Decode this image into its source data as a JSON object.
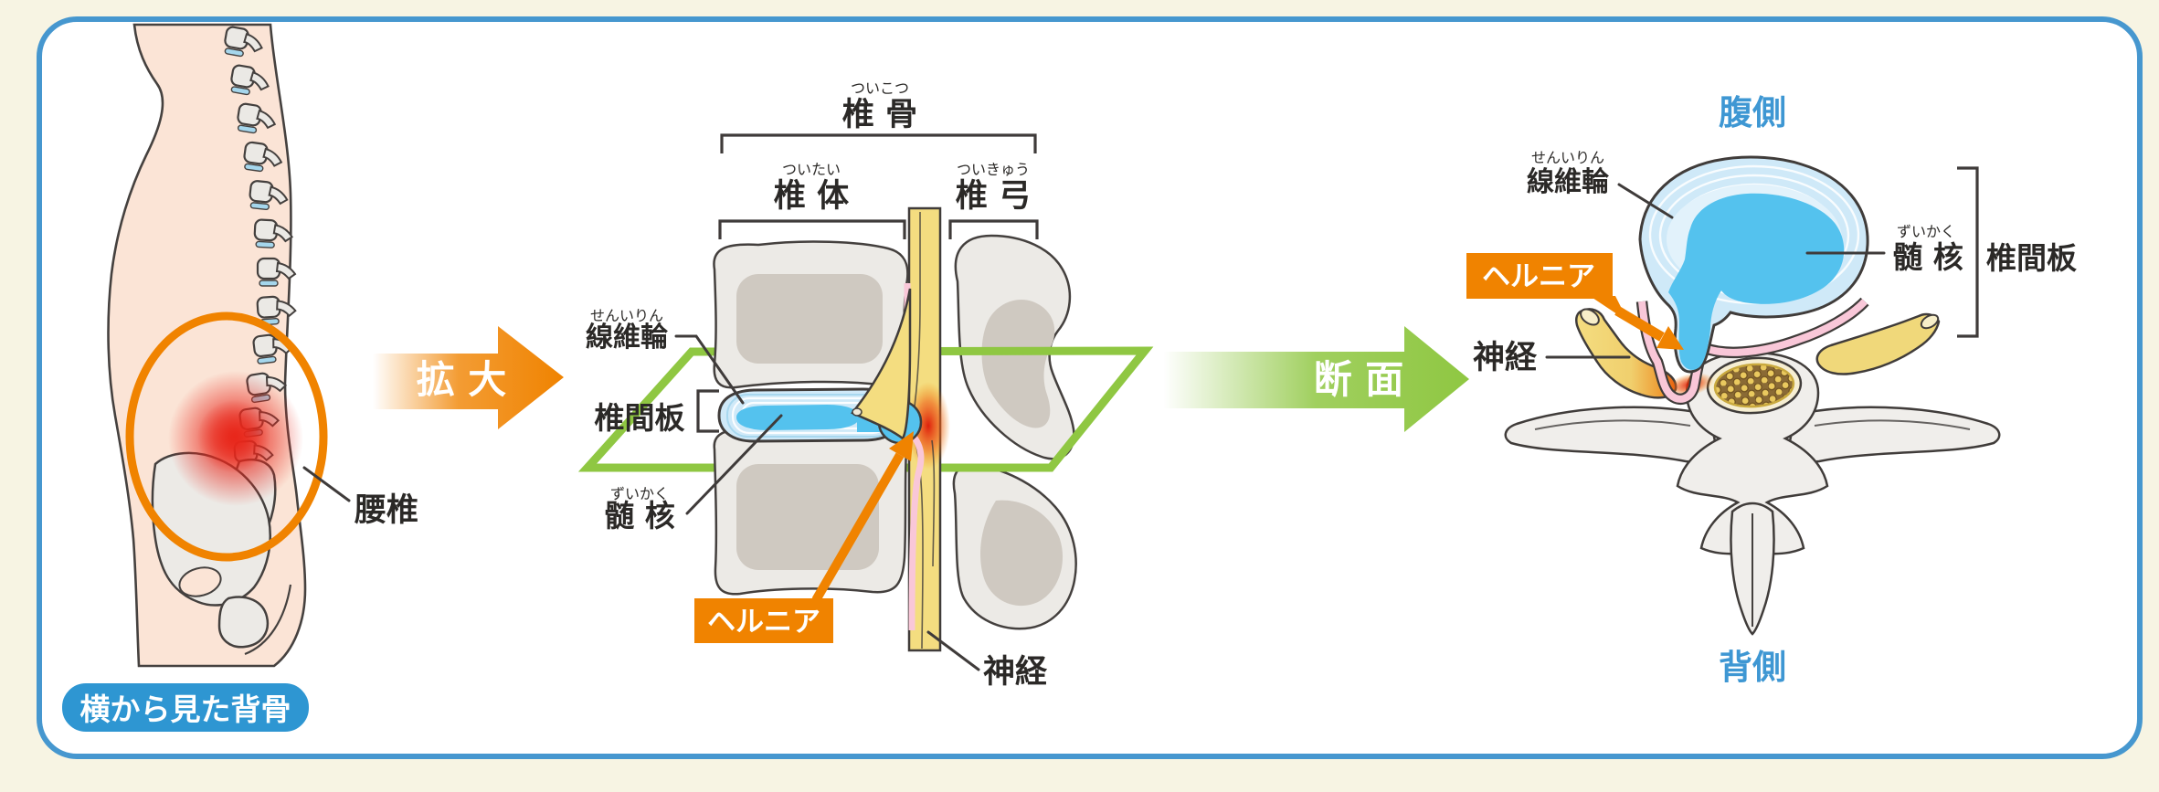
{
  "panel_side": {
    "label_lumbar": "腰椎",
    "caption": "横から見た背骨"
  },
  "arrow_enlarge": "拡 大",
  "arrow_section": "断 面",
  "panel_enlarged": {
    "vertebra_furigana": "ついこつ",
    "vertebra": "椎 骨",
    "vertebral_body_furigana": "ついたい",
    "vertebral_body": "椎 体",
    "vertebral_arch_furigana": "ついきゅう",
    "vertebral_arch": "椎 弓",
    "annulus_furigana": "せんいりん",
    "annulus": "線維輪",
    "disc": "椎間板",
    "nucleus_furigana": "ずいかく",
    "nucleus": "髄 核",
    "hernia_badge": "ヘルニア",
    "nerve": "神経"
  },
  "panel_cross_section": {
    "ventral": "腹側",
    "dorsal": "背側",
    "annulus_furigana": "せんいりん",
    "annulus": "線維輪",
    "nucleus_furigana": "ずいかく",
    "nucleus": "髄 核",
    "disc": "椎間板",
    "hernia_badge": "ヘルニア",
    "nerve": "神経"
  },
  "colors": {
    "accent_orange": "#f08300",
    "accent_green": "#8fc742",
    "badge_blue": "#2e96d2",
    "direction_text_blue": "#3e97d3",
    "highlight_red": "#e8261a",
    "card_border_blue": "#4697cf",
    "disc_ring_blue": "#cfe9f8",
    "nucleus_blue": "#54c2ee",
    "nerve_yellow": "#f4dd80",
    "membrane_pink": "#f9c7d8"
  }
}
